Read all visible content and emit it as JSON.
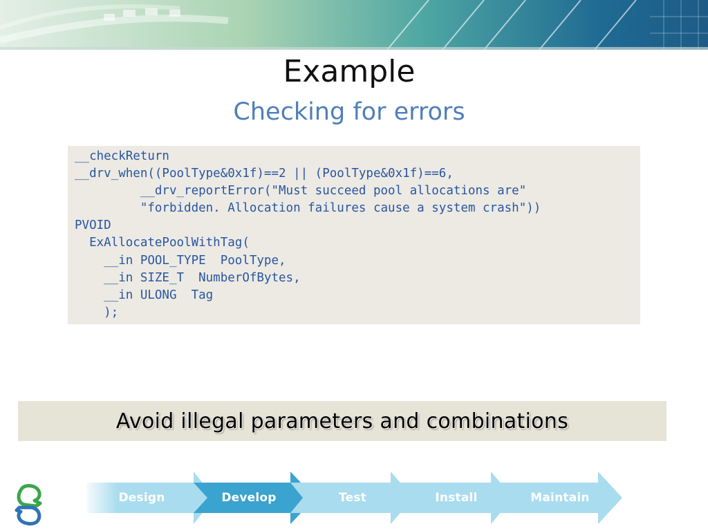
{
  "slide": {
    "title": "Example",
    "subtitle": "Checking for errors"
  },
  "code": {
    "lines": [
      "__checkReturn",
      "__drv_when((PoolType&0x1f)==2 || (PoolType&0x1f)==6,",
      "         __drv_reportError(\"Must succeed pool allocations are\"",
      "         \"forbidden. Allocation failures cause a system crash\"))",
      "PVOID",
      "  ExAllocatePoolWithTag(",
      "    __in POOL_TYPE  PoolType,",
      "    __in SIZE_T  NumberOfBytes,",
      "    __in ULONG  Tag",
      "    );"
    ]
  },
  "callout": {
    "text": "Avoid illegal parameters and combinations"
  },
  "process": {
    "steps": [
      {
        "label": "Design",
        "active": false
      },
      {
        "label": "Develop",
        "active": true
      },
      {
        "label": "Test",
        "active": false
      },
      {
        "label": "Install",
        "active": false
      },
      {
        "label": "Maintain",
        "active": false
      }
    ]
  },
  "icons": {
    "logo": "people-puzzle-logo-icon"
  },
  "colors": {
    "subtitle": "#4f7fb8",
    "code_text": "#2a55a2",
    "code_bg": "#eceae3",
    "callout_bg": "#e6e4d7",
    "step_active": "#3ba3cf",
    "step_inactive": "#a9dcef"
  }
}
